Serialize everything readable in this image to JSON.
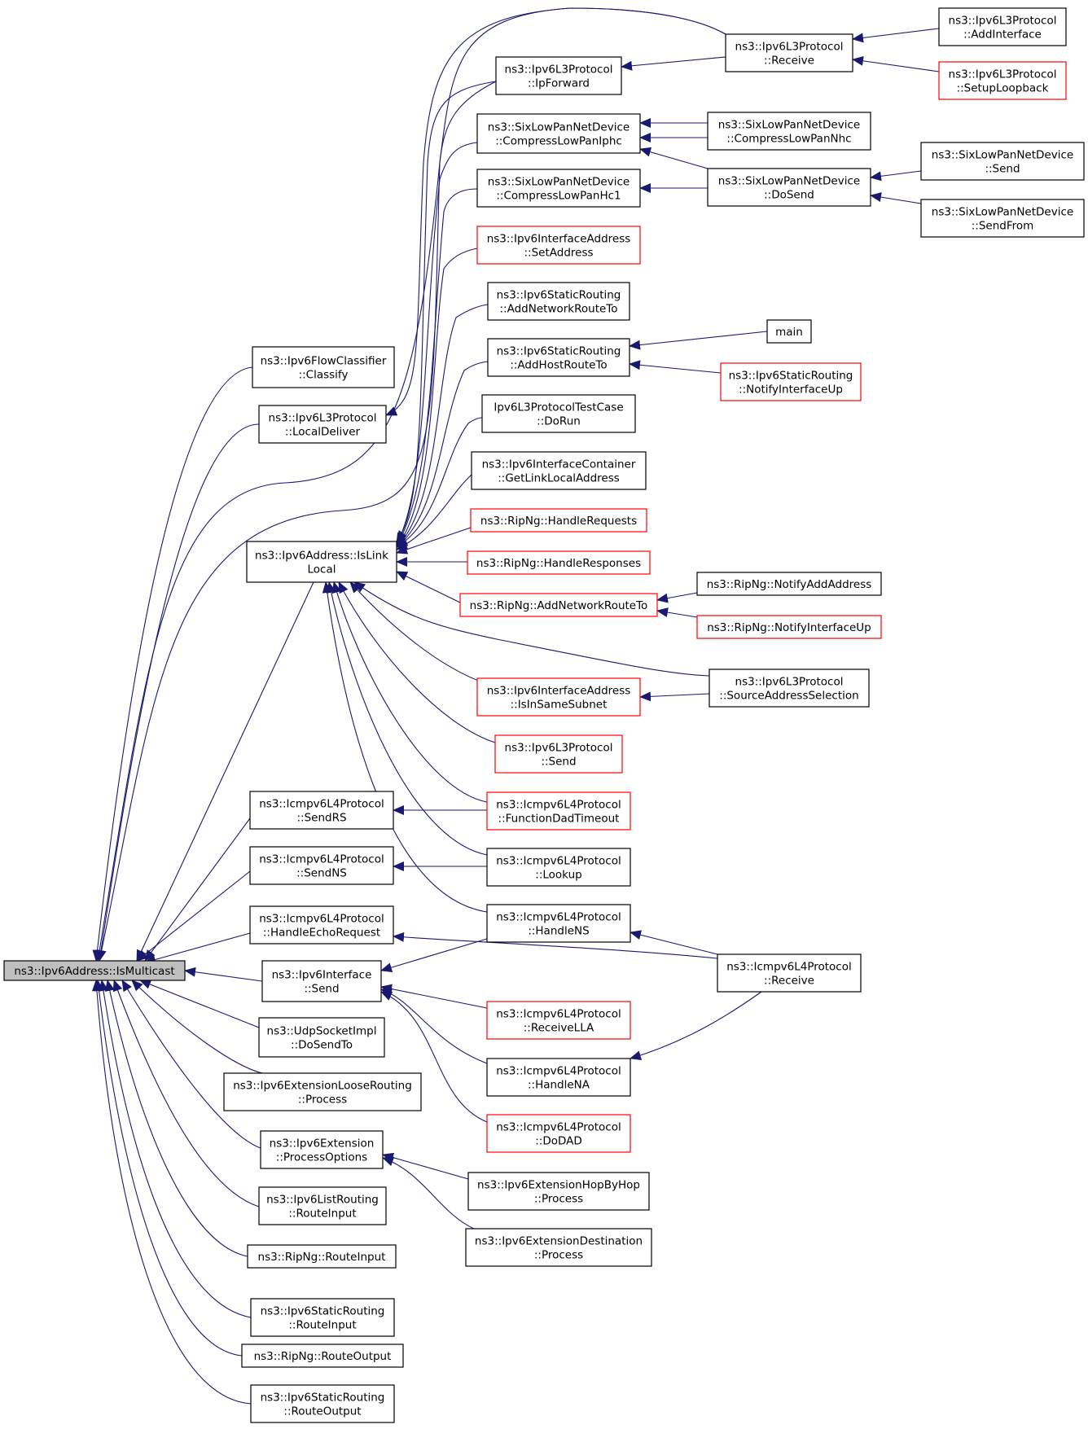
{
  "colors": {
    "edge": "#191970",
    "node_border": "#000000",
    "node_border_external": "#ff0000",
    "root_fill": "#bfbfbf"
  },
  "nodes": [
    {
      "id": "ismulticast",
      "lines": [
        "ns3::Ipv6Address::IsMulticast"
      ],
      "style": "root"
    },
    {
      "id": "classify",
      "lines": [
        "ns3::Ipv6FlowClassifier",
        "::Classify"
      ],
      "style": "normal"
    },
    {
      "id": "localdeliver",
      "lines": [
        "ns3::Ipv6L3Protocol",
        "::LocalDeliver"
      ],
      "style": "normal"
    },
    {
      "id": "islinklocal",
      "lines": [
        "ns3::Ipv6Address::IsLink",
        "Local"
      ],
      "style": "normal"
    },
    {
      "id": "sendrs",
      "lines": [
        "ns3::Icmpv6L4Protocol",
        "::SendRS"
      ],
      "style": "normal"
    },
    {
      "id": "sendns",
      "lines": [
        "ns3::Icmpv6L4Protocol",
        "::SendNS"
      ],
      "style": "normal"
    },
    {
      "id": "handleecho",
      "lines": [
        "ns3::Icmpv6L4Protocol",
        "::HandleEchoRequest"
      ],
      "style": "normal"
    },
    {
      "id": "ifsend",
      "lines": [
        "ns3::Ipv6Interface",
        "::Send"
      ],
      "style": "normal"
    },
    {
      "id": "udpdosend",
      "lines": [
        "ns3::UdpSocketImpl",
        "::DoSendTo"
      ],
      "style": "normal"
    },
    {
      "id": "looserouting",
      "lines": [
        "ns3::Ipv6ExtensionLooseRouting",
        "::Process"
      ],
      "style": "normal"
    },
    {
      "id": "processopts",
      "lines": [
        "ns3::Ipv6Extension",
        "::ProcessOptions"
      ],
      "style": "normal"
    },
    {
      "id": "listrouteinput",
      "lines": [
        "ns3::Ipv6ListRouting",
        "::RouteInput"
      ],
      "style": "normal"
    },
    {
      "id": "ripnginput",
      "lines": [
        "ns3::RipNg::RouteInput"
      ],
      "style": "normal"
    },
    {
      "id": "staticinput",
      "lines": [
        "ns3::Ipv6StaticRouting",
        "::RouteInput"
      ],
      "style": "normal"
    },
    {
      "id": "ripngoutput",
      "lines": [
        "ns3::RipNg::RouteOutput"
      ],
      "style": "normal"
    },
    {
      "id": "staticoutput",
      "lines": [
        "ns3::Ipv6StaticRouting",
        "::RouteOutput"
      ],
      "style": "normal"
    },
    {
      "id": "ipforward",
      "lines": [
        "ns3::Ipv6L3Protocol",
        "::IpForward"
      ],
      "style": "normal"
    },
    {
      "id": "compressiphc",
      "lines": [
        "ns3::SixLowPanNetDevice",
        "::CompressLowPanIphc"
      ],
      "style": "normal"
    },
    {
      "id": "compresshc1",
      "lines": [
        "ns3::SixLowPanNetDevice",
        "::CompressLowPanHc1"
      ],
      "style": "normal"
    },
    {
      "id": "setaddress",
      "lines": [
        "ns3::Ipv6InterfaceAddress",
        "::SetAddress"
      ],
      "style": "red"
    },
    {
      "id": "addnetroute",
      "lines": [
        "ns3::Ipv6StaticRouting",
        "::AddNetworkRouteTo"
      ],
      "style": "normal"
    },
    {
      "id": "addhostroute",
      "lines": [
        "ns3::Ipv6StaticRouting",
        "::AddHostRouteTo"
      ],
      "style": "normal"
    },
    {
      "id": "l3testrun",
      "lines": [
        "Ipv6L3ProtocolTestCase",
        "::DoRun"
      ],
      "style": "normal"
    },
    {
      "id": "getlinklocal",
      "lines": [
        "ns3::Ipv6InterfaceContainer",
        "::GetLinkLocalAddress"
      ],
      "style": "normal"
    },
    {
      "id": "handlerequests",
      "lines": [
        "ns3::RipNg::HandleRequests"
      ],
      "style": "red"
    },
    {
      "id": "handleresponses",
      "lines": [
        "ns3::RipNg::HandleResponses"
      ],
      "style": "red"
    },
    {
      "id": "ripngaddnet",
      "lines": [
        "ns3::RipNg::AddNetworkRouteTo"
      ],
      "style": "red"
    },
    {
      "id": "isinsamesubnet",
      "lines": [
        "ns3::Ipv6InterfaceAddress",
        "::IsInSameSubnet"
      ],
      "style": "red"
    },
    {
      "id": "l3send",
      "lines": [
        "ns3::Ipv6L3Protocol",
        "::Send"
      ],
      "style": "red"
    },
    {
      "id": "dadtimeout",
      "lines": [
        "ns3::Icmpv6L4Protocol",
        "::FunctionDadTimeout"
      ],
      "style": "red"
    },
    {
      "id": "lookup",
      "lines": [
        "ns3::Icmpv6L4Protocol",
        "::Lookup"
      ],
      "style": "normal"
    },
    {
      "id": "handlens",
      "lines": [
        "ns3::Icmpv6L4Protocol",
        "::HandleNS"
      ],
      "style": "normal"
    },
    {
      "id": "receivella",
      "lines": [
        "ns3::Icmpv6L4Protocol",
        "::ReceiveLLA"
      ],
      "style": "red"
    },
    {
      "id": "handlena",
      "lines": [
        "ns3::Icmpv6L4Protocol",
        "::HandleNA"
      ],
      "style": "normal"
    },
    {
      "id": "dodad",
      "lines": [
        "ns3::Icmpv6L4Protocol",
        "::DoDAD"
      ],
      "style": "red"
    },
    {
      "id": "hopbyhop",
      "lines": [
        "ns3::Ipv6ExtensionHopByHop",
        "::Process"
      ],
      "style": "normal"
    },
    {
      "id": "destination",
      "lines": [
        "ns3::Ipv6ExtensionDestination",
        "::Process"
      ],
      "style": "normal"
    },
    {
      "id": "l3receive",
      "lines": [
        "ns3::Ipv6L3Protocol",
        "::Receive"
      ],
      "style": "normal"
    },
    {
      "id": "compressnhc",
      "lines": [
        "ns3::SixLowPanNetDevice",
        "::CompressLowPanNhc"
      ],
      "style": "normal"
    },
    {
      "id": "dosend",
      "lines": [
        "ns3::SixLowPanNetDevice",
        "::DoSend"
      ],
      "style": "normal"
    },
    {
      "id": "main",
      "lines": [
        "main"
      ],
      "style": "normal"
    },
    {
      "id": "notifyifup_static",
      "lines": [
        "ns3::Ipv6StaticRouting",
        "::NotifyInterfaceUp"
      ],
      "style": "red"
    },
    {
      "id": "notifyaddaddr",
      "lines": [
        "ns3::RipNg::NotifyAddAddress"
      ],
      "style": "normal"
    },
    {
      "id": "notifyifup_ripng",
      "lines": [
        "ns3::RipNg::NotifyInterfaceUp"
      ],
      "style": "red"
    },
    {
      "id": "srcaddrsel",
      "lines": [
        "ns3::Ipv6L3Protocol",
        "::SourceAddressSelection"
      ],
      "style": "normal"
    },
    {
      "id": "icmpreceive",
      "lines": [
        "ns3::Icmpv6L4Protocol",
        "::Receive"
      ],
      "style": "normal"
    },
    {
      "id": "addinterface",
      "lines": [
        "ns3::Ipv6L3Protocol",
        "::AddInterface"
      ],
      "style": "normal"
    },
    {
      "id": "setuploopback",
      "lines": [
        "ns3::Ipv6L3Protocol",
        "::SetupLoopback"
      ],
      "style": "red"
    },
    {
      "id": "sixsend",
      "lines": [
        "ns3::SixLowPanNetDevice",
        "::Send"
      ],
      "style": "normal"
    },
    {
      "id": "sixsendfrom",
      "lines": [
        "ns3::SixLowPanNetDevice",
        "::SendFrom"
      ],
      "style": "normal"
    }
  ],
  "edges": [
    [
      "ismulticast",
      "classify"
    ],
    [
      "ismulticast",
      "localdeliver"
    ],
    [
      "ismulticast",
      "islinklocal"
    ],
    [
      "ismulticast",
      "sendrs"
    ],
    [
      "ismulticast",
      "sendns"
    ],
    [
      "ismulticast",
      "handleecho"
    ],
    [
      "ismulticast",
      "ifsend"
    ],
    [
      "ismulticast",
      "udpdosend"
    ],
    [
      "ismulticast",
      "looserouting"
    ],
    [
      "ismulticast",
      "processopts"
    ],
    [
      "ismulticast",
      "listrouteinput"
    ],
    [
      "ismulticast",
      "ripnginput"
    ],
    [
      "ismulticast",
      "staticinput"
    ],
    [
      "ismulticast",
      "ripngoutput"
    ],
    [
      "ismulticast",
      "staticoutput"
    ],
    [
      "ismulticast",
      "l3receive"
    ],
    [
      "ismulticast",
      "l3send"
    ],
    [
      "localdeliver",
      "l3receive"
    ],
    [
      "islinklocal",
      "ipforward"
    ],
    [
      "islinklocal",
      "compressiphc"
    ],
    [
      "islinklocal",
      "compresshc1"
    ],
    [
      "islinklocal",
      "setaddress"
    ],
    [
      "islinklocal",
      "addnetroute"
    ],
    [
      "islinklocal",
      "addhostroute"
    ],
    [
      "islinklocal",
      "l3testrun"
    ],
    [
      "islinklocal",
      "getlinklocal"
    ],
    [
      "islinklocal",
      "handlerequests"
    ],
    [
      "islinklocal",
      "handleresponses"
    ],
    [
      "islinklocal",
      "ripngaddnet"
    ],
    [
      "islinklocal",
      "isinsamesubnet"
    ],
    [
      "islinklocal",
      "l3send"
    ],
    [
      "islinklocal",
      "dadtimeout"
    ],
    [
      "islinklocal",
      "lookup"
    ],
    [
      "islinklocal",
      "handlens"
    ],
    [
      "islinklocal",
      "srcaddrsel"
    ],
    [
      "sendrs",
      "dadtimeout"
    ],
    [
      "sendns",
      "lookup"
    ],
    [
      "handleecho",
      "icmpreceive"
    ],
    [
      "ifsend",
      "handlens"
    ],
    [
      "ifsend",
      "receivella"
    ],
    [
      "ifsend",
      "handlena"
    ],
    [
      "ifsend",
      "dodad"
    ],
    [
      "processopts",
      "hopbyhop"
    ],
    [
      "processopts",
      "destination"
    ],
    [
      "ipforward",
      "l3receive"
    ],
    [
      "compressiphc",
      "compressnhc"
    ],
    [
      "compressiphc",
      "dosend"
    ],
    [
      "compresshc1",
      "dosend"
    ],
    [
      "compressnhc",
      "compressiphc"
    ],
    [
      "addhostroute",
      "main"
    ],
    [
      "addhostroute",
      "notifyifup_static"
    ],
    [
      "ripngaddnet",
      "notifyaddaddr"
    ],
    [
      "ripngaddnet",
      "notifyifup_ripng"
    ],
    [
      "isinsamesubnet",
      "srcaddrsel"
    ],
    [
      "handlens",
      "icmpreceive"
    ],
    [
      "handlena",
      "icmpreceive"
    ],
    [
      "l3receive",
      "addinterface"
    ],
    [
      "l3receive",
      "setuploopback"
    ],
    [
      "dosend",
      "sixsend"
    ],
    [
      "dosend",
      "sixsendfrom"
    ]
  ]
}
